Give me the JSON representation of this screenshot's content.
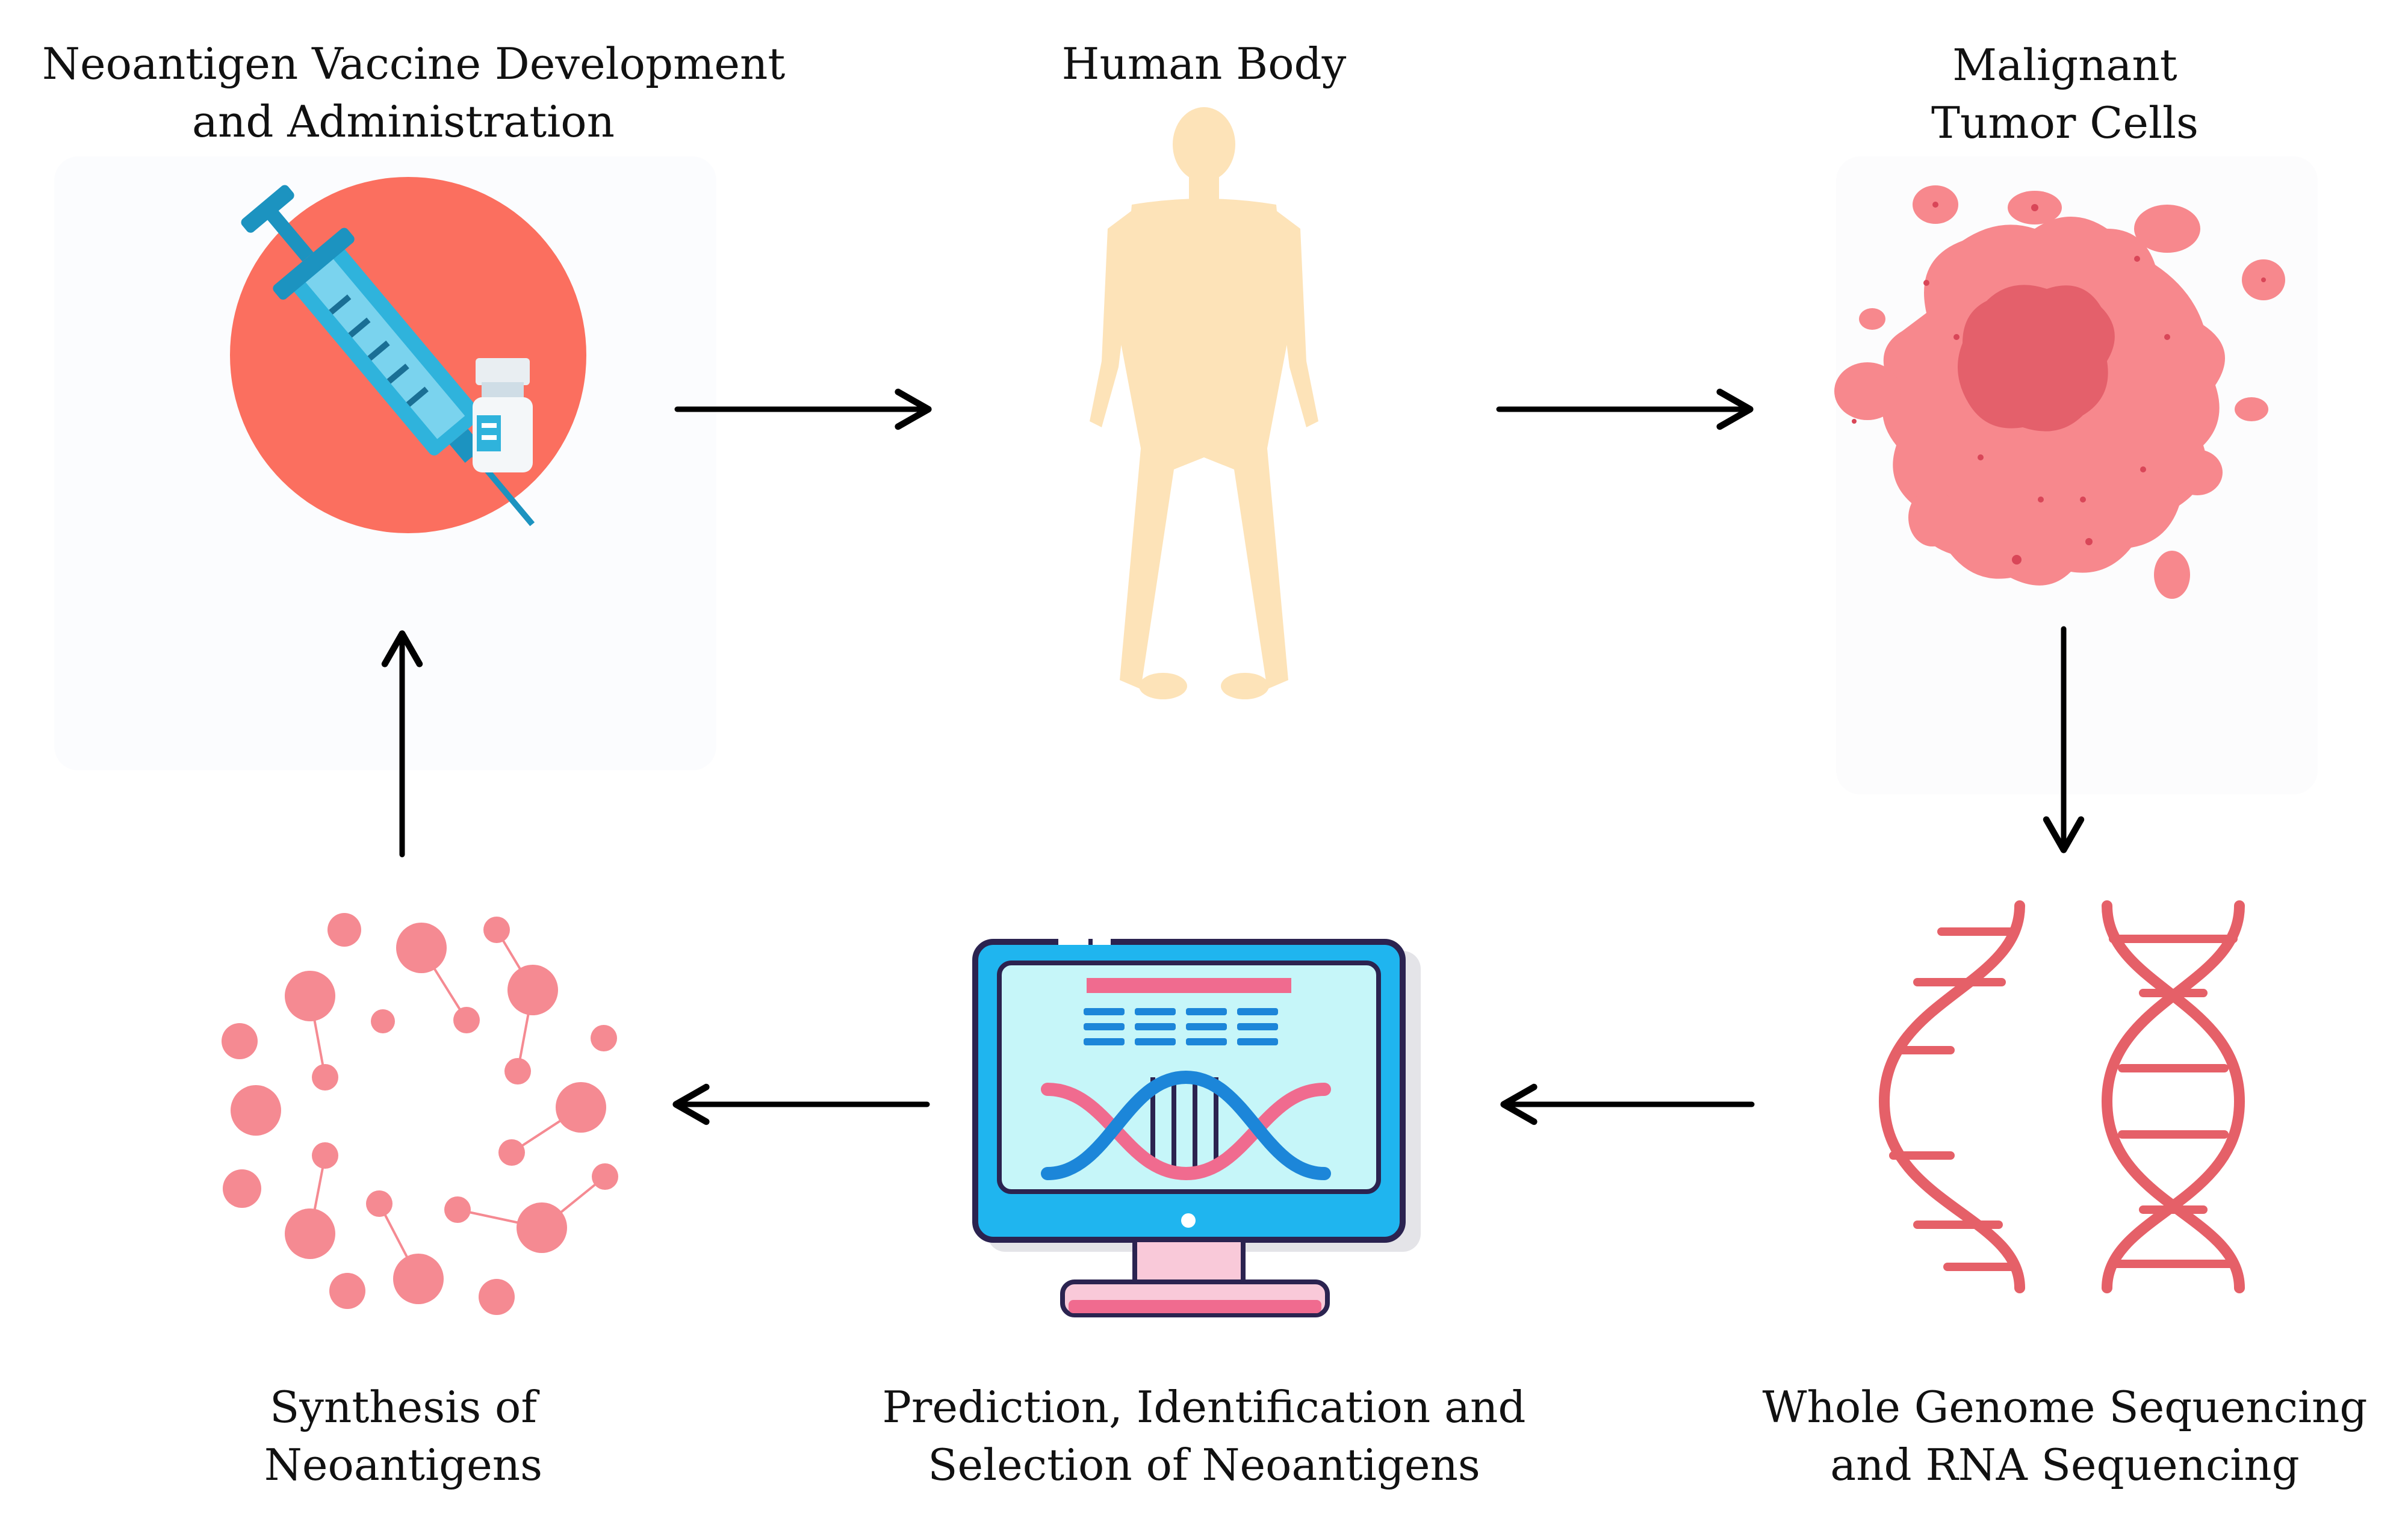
{
  "steps": {
    "vaccine": {
      "line1": "Neoantigen Vaccine Development",
      "line2": "and Administration",
      "icon": "syringe-vial-icon"
    },
    "body": {
      "line1": "Human Body",
      "icon": "human-body-icon"
    },
    "tumor": {
      "line1": "Malignant",
      "line2": "Tumor Cells",
      "icon": "tumor-cells-icon"
    },
    "sequencing": {
      "line1": "Whole Genome Sequencing",
      "line2": "and RNA Sequencing",
      "icon": "dna-helix-icon"
    },
    "prediction": {
      "line1": "Prediction, Identification and",
      "line2": "Selection of Neoantigens",
      "icon": "computer-monitor-dna-icon"
    },
    "synthesis": {
      "line1": "Synthesis of",
      "line2": "Neoantigens",
      "icon": "molecule-network-icon"
    }
  },
  "colors": {
    "arrow": "#000000",
    "vaccine_circle": "#fb6f5f",
    "syringe_blue": "#2fb3dc",
    "body_skin": "#fde3b8",
    "tumor_pink": "#f7888d",
    "tumor_core": "#e4606b",
    "dna_red": "#e56068",
    "monitor_frame": "#1fb5ef",
    "monitor_screen": "#c6f6f9",
    "monitor_pink": "#f06b8f",
    "monitor_blue": "#1c86d9",
    "molecule_pink": "#f58a92"
  }
}
